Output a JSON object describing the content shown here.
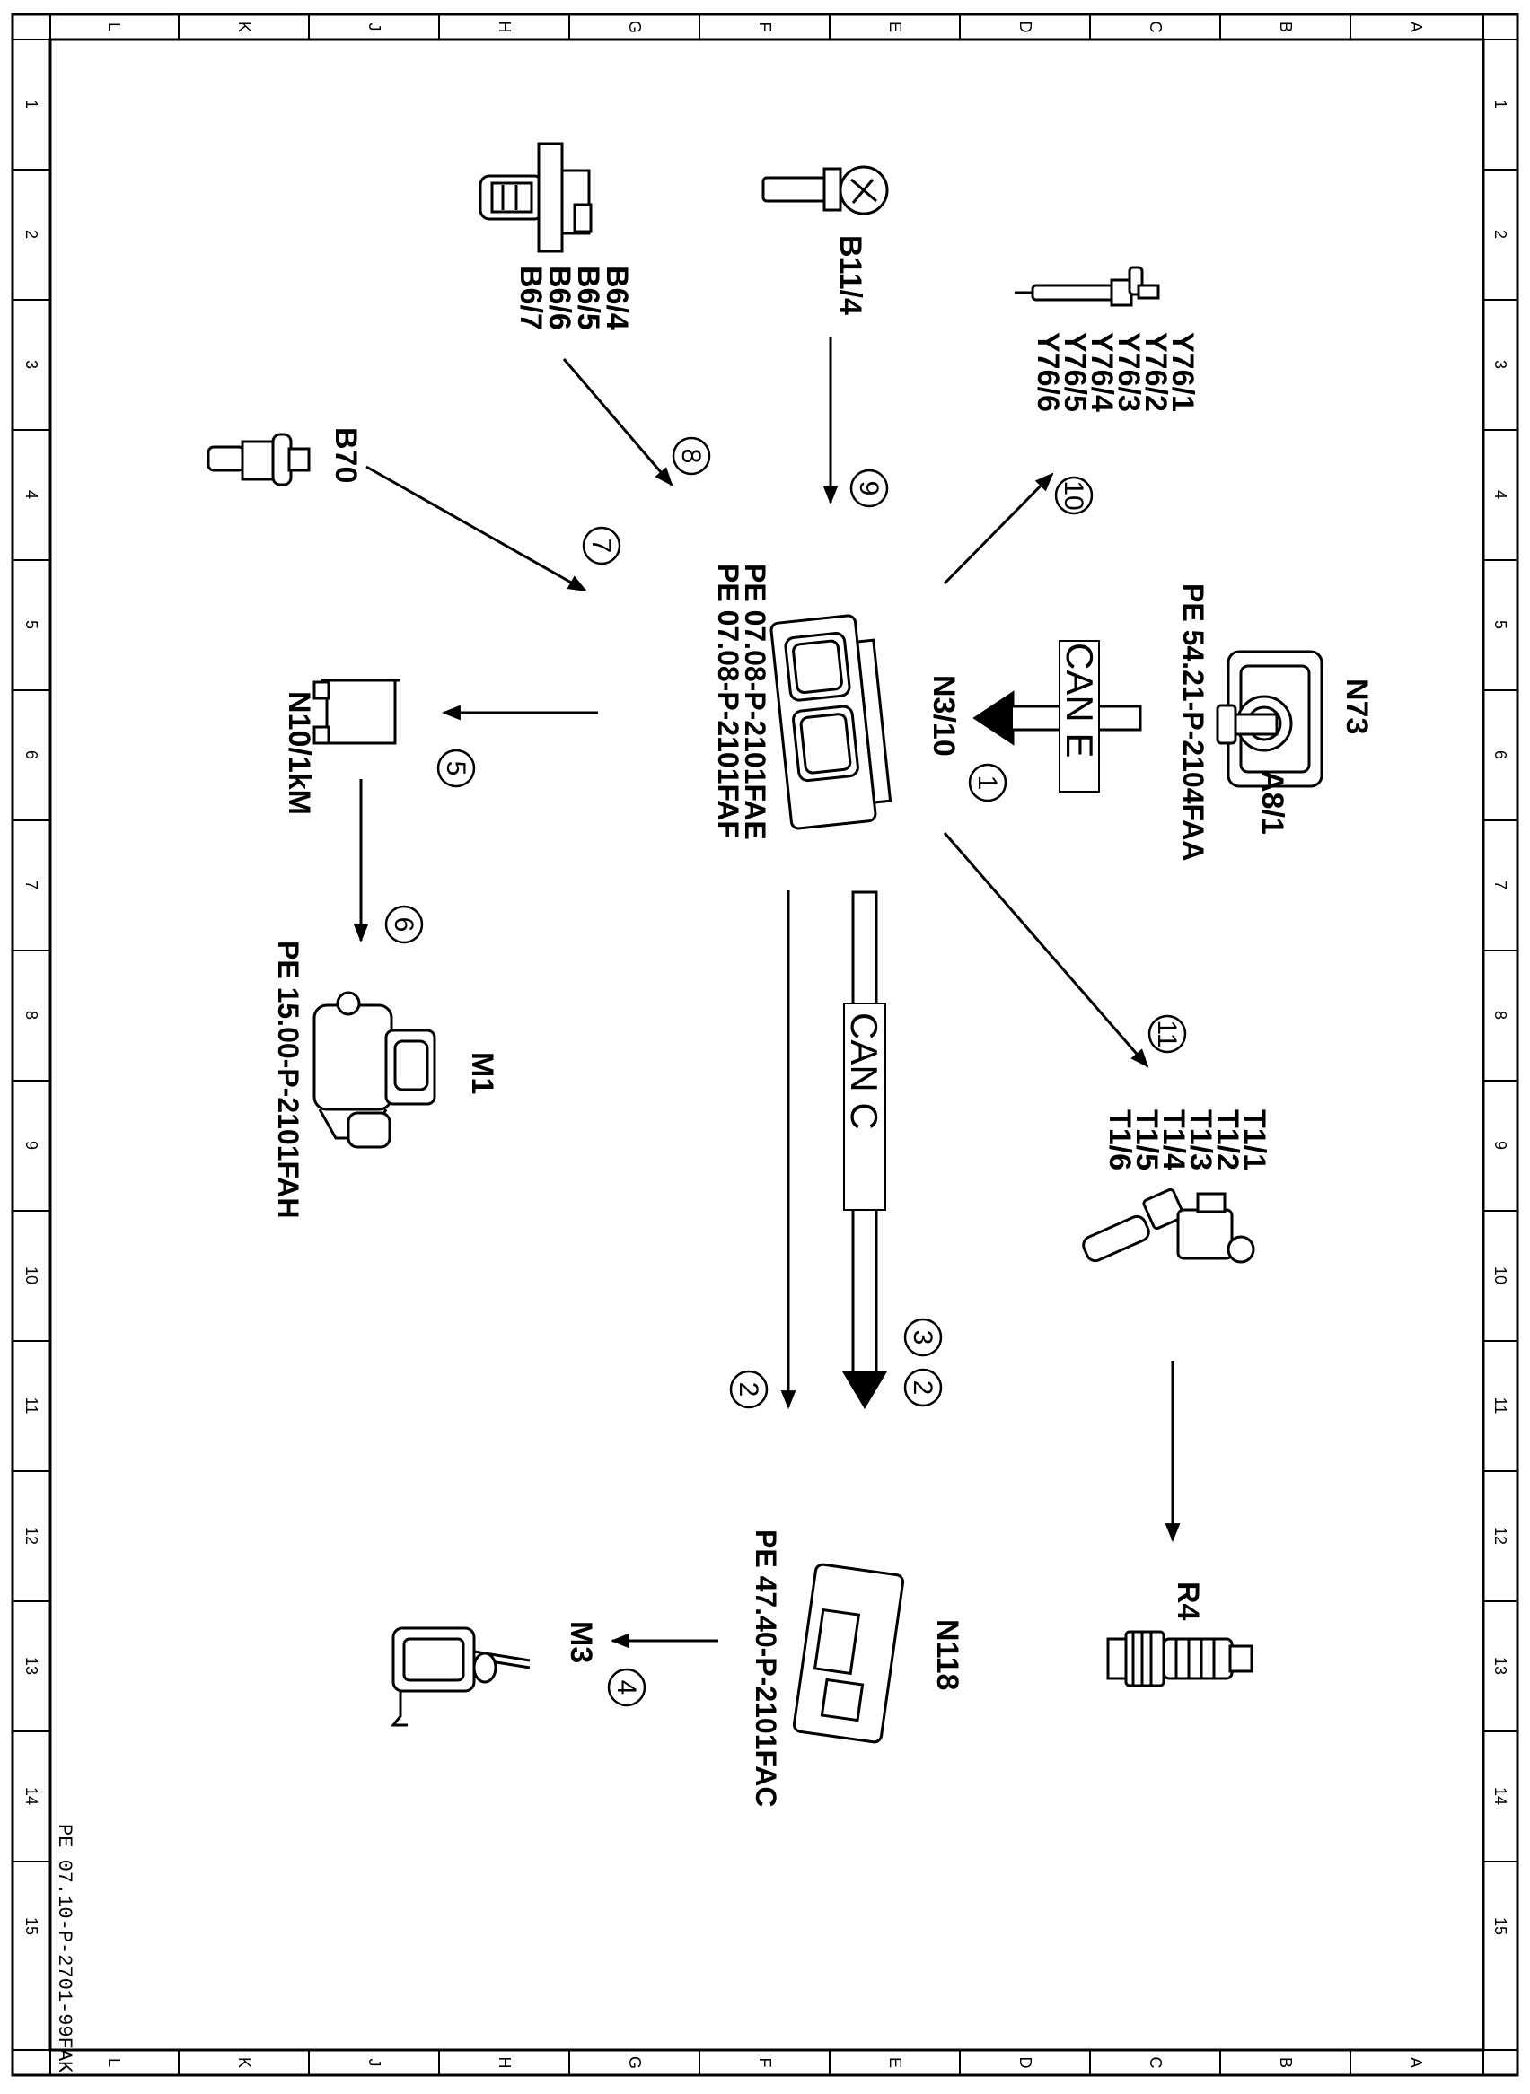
{
  "frame": {
    "col_labels": [
      "L",
      "K",
      "J",
      "H",
      "G",
      "F",
      "E",
      "D",
      "C",
      "B",
      "A"
    ],
    "row_labels": [
      "1",
      "2",
      "3",
      "4",
      "5",
      "6",
      "7",
      "8",
      "9",
      "10",
      "11",
      "12",
      "13",
      "14",
      "15"
    ]
  },
  "document_ref": "PE 07.10-P-2701-99FAK",
  "components": {
    "b6": {
      "lines": [
        "B6/4",
        "B6/5",
        "B6/6",
        "B6/7"
      ]
    },
    "b11_4": {
      "label": "B11/4"
    },
    "y76": {
      "lines": [
        "Y76/1",
        "Y76/2",
        "Y76/3",
        "Y76/4",
        "Y76/5",
        "Y76/6"
      ]
    },
    "b70": {
      "label": "B70"
    },
    "n3_10": {
      "label": "N3/10",
      "refs": [
        "PE 07.08-P-2101FAE",
        "PE 07.08-P-2101FAF"
      ]
    },
    "n73": {
      "label": "N73",
      "sub_label": "A8/1",
      "ref": "PE 54.21-P-2104FAA"
    },
    "n10_1": {
      "label": "N10/1kM"
    },
    "m1": {
      "label": "M1",
      "ref": "PE 15.00-P-2101FAH"
    },
    "t1": {
      "lines": [
        "T1/1",
        "T1/2",
        "T1/3",
        "T1/4",
        "T1/5",
        "T1/6"
      ]
    },
    "r4": {
      "label": "R4"
    },
    "n118": {
      "label": "N118",
      "ref": "PE 47.40-P-2101FAC"
    },
    "m3": {
      "label": "M3"
    }
  },
  "buses": {
    "can_e": "CAN E",
    "can_c": "CAN C"
  },
  "signal_numbers": {
    "s1": "1",
    "s2a": "2",
    "s2b": "2",
    "s3": "3",
    "s4": "4",
    "s5": "5",
    "s6": "6",
    "s7": "7",
    "s8": "8",
    "s9": "9",
    "s10": "10",
    "s11": "11"
  }
}
